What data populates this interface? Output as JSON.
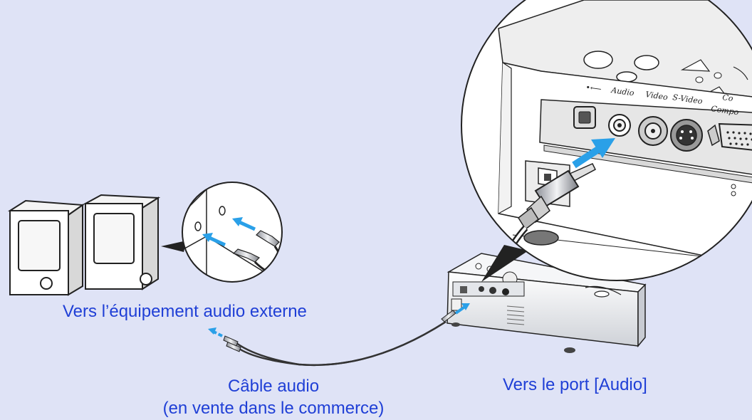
{
  "labels": {
    "external_audio": "Vers l’équipement audio externe",
    "cable_line1": "Câble audio",
    "cable_line2": "(en vente dans le commerce)",
    "port": "Vers le port [Audio]"
  },
  "ports": {
    "usb": "•⟵",
    "audio": "Audio",
    "video": "Video",
    "svideo": "S-Video",
    "computer_1": "Co",
    "computer_2": "Compo"
  },
  "colors": {
    "background": "#dfe3f6",
    "label_text": "#1f3fd6",
    "arrow": "#2aa0e8"
  }
}
